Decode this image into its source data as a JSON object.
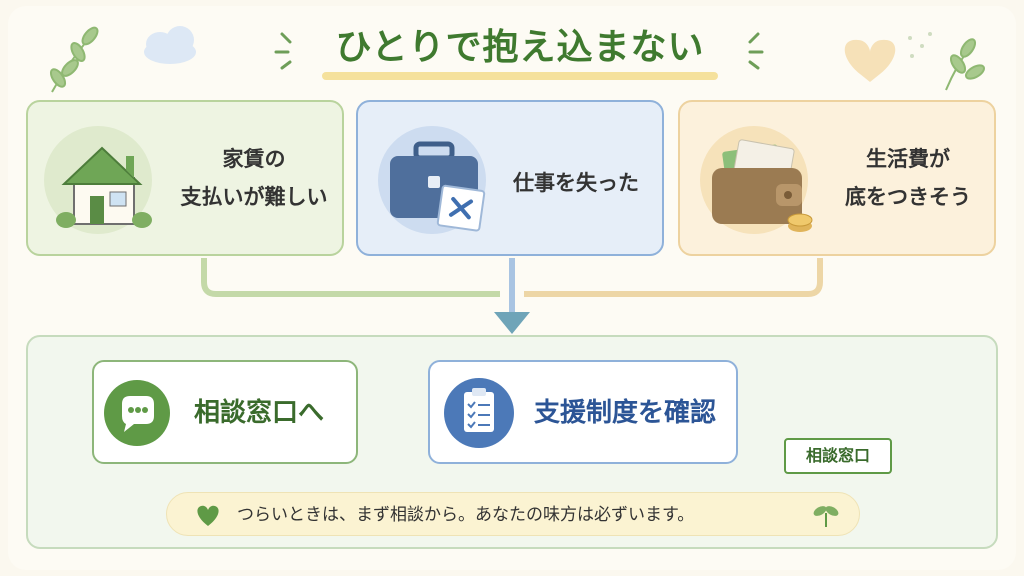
{
  "title": "ひとりで抱え込まない",
  "problems": [
    {
      "id": "rent",
      "label_line1": "家賃の",
      "label_line2": "支払いが難しい"
    },
    {
      "id": "job",
      "label": "仕事を失った"
    },
    {
      "id": "living",
      "label_line1": "生活費が",
      "label_line2": "底をつきそう"
    }
  ],
  "actions": {
    "consult": "相談窓口へ",
    "support": "支援制度を確認"
  },
  "desk_sign": "相談窓口",
  "message": "つらいときは、まず相談から。あなたの味方は必ずいます。",
  "colors": {
    "green": "#5f9a46",
    "blue": "#4c79b8",
    "orange": "#e0b66a",
    "title": "#3f7a2f"
  },
  "icons": [
    "house-icon",
    "briefcase-icon",
    "wallet-icon",
    "speech-bubble-icon",
    "checklist-icon",
    "heart-icon",
    "sprout-icon"
  ]
}
